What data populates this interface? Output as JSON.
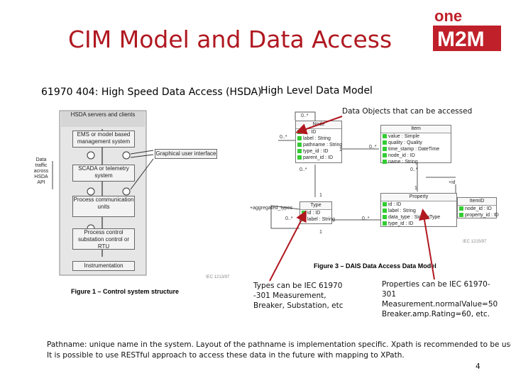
{
  "slide": {
    "title": "CIM Model and Data Access",
    "logo_top": "one",
    "logo_bottom": "M2M",
    "left_heading": "61970 404: High Speed Data Access (HSDA)",
    "right_heading": "High Level Data Model",
    "callout_top": "Data Objects that can be accessed",
    "callout_types": "Types can be IEC 61970 -301 Measurement, Breaker, Substation, etc",
    "callout_props": "Properties can be IEC 61970-301 Measurement.normalValue=50 Breaker.amp.Rating=60, etc.",
    "footer_line1": "Pathname: unique name in the system. Layout of the pathname is implementation specific. Xpath is recommended to be used.",
    "footer_line2": "It is possible to use RESTful approach to access these data in the future with mapping to XPath.",
    "page_number": "4",
    "brand_color": "#b01820",
    "arrow_color": "#b01820"
  },
  "fig1": {
    "header": "HSDA servers and clients",
    "ems": "EMS or model based management system",
    "gui": "Graphical user interface",
    "scada": "SCADA or telemetry system",
    "side_label": "Data traffic across HSDA API",
    "process": "Process communication units",
    "substation": "Process control substation control or RTU",
    "instrumentation": "Instrumentation",
    "code": "IEC 1213/97",
    "caption": "Figure 1 – Control system structure"
  },
  "fig3": {
    "node": {
      "head": "Node",
      "rows": [
        "id : ID",
        "label : String",
        "pathname : String",
        "type_id : ID",
        "parent_id : ID"
      ]
    },
    "item": {
      "head": "Item",
      "rows": [
        "value : Simple",
        "quality : Quality",
        "time_stamp : DateTime",
        "node_id : ID",
        "name : String"
      ]
    },
    "type": {
      "head": "Type",
      "rows": [
        "id : ID",
        "label : String"
      ]
    },
    "property": {
      "head": "Property",
      "rows": [
        "id : ID",
        "label : String",
        "data_type : SimpleType",
        "type_id : ID"
      ]
    },
    "itemid": {
      "head": "ItemID",
      "rows": [
        "node_id : ID",
        "property_id : ID"
      ]
    },
    "mult_zero_many": "0..*",
    "mult_one": "1",
    "plus_id": "+id",
    "aggregated_types": "+aggregated_types",
    "code": "IEC 1215/97",
    "caption": "Figure 3 – DAIS Data Access Data Model"
  }
}
